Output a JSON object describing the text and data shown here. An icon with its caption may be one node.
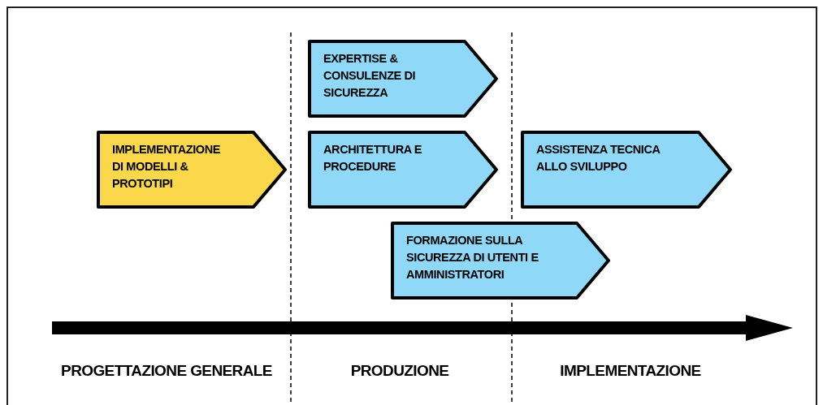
{
  "diagram": {
    "nodes": [
      {
        "text": [
          "IMPLEMENTAZIONE DI MODELLI & PROTOTIPI"
        ]
      },
      {
        "text": [
          "EXPERTISE & CONSULENZE DI SICUREZZA"
        ]
      },
      {
        "text": [
          "ARCHITETTURA E PROCEDURE"
        ]
      },
      {
        "text": [
          "FORMAZIONE SULLA SICUREZZA DI UTENTI E AMMINISTRATORI"
        ]
      },
      {
        "text": [
          "ASSISTENZA TECNICA ALLO SVILUPPO"
        ]
      }
    ],
    "edges": [],
    "labels": [
      "PROGETTAZIONE GENERALE",
      "PRODUZIONE",
      "IMPLEMENTAZIONE"
    ]
  }
}
